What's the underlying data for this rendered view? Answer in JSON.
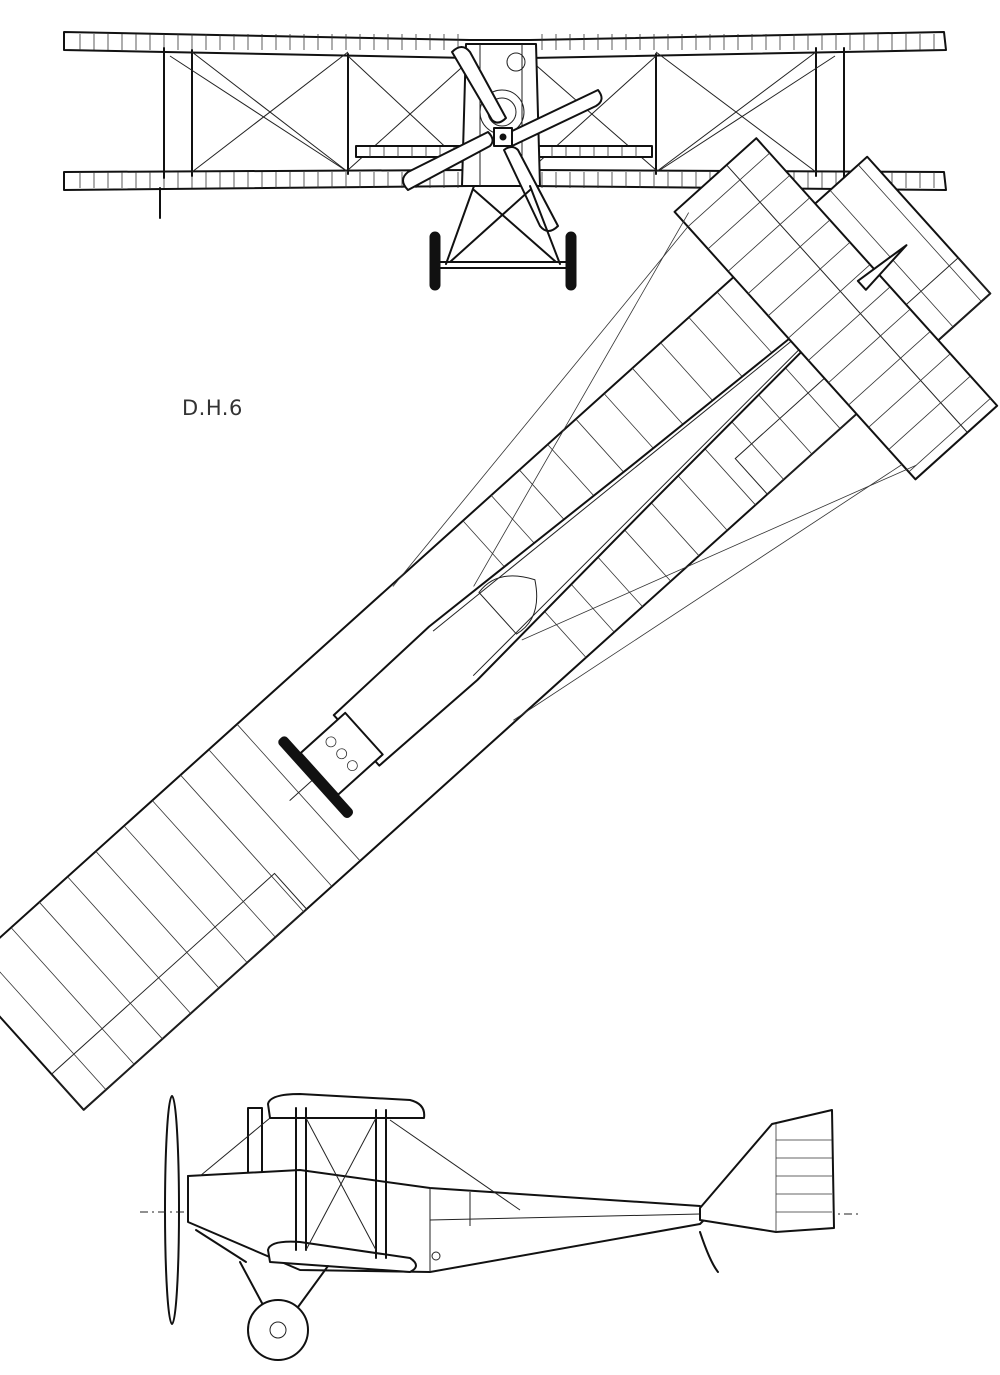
{
  "diagram": {
    "label": "D.H.6",
    "views": [
      "front-view",
      "top-view",
      "side-view"
    ]
  }
}
